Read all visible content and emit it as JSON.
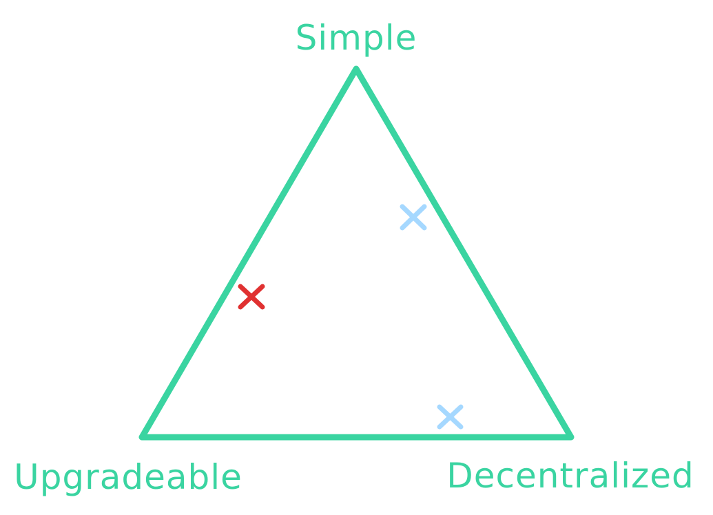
{
  "labels": {
    "top": "Simple",
    "bottom_left": "Upgradeable",
    "bottom_right": "Decentralized"
  },
  "colors": {
    "triangle": "#3ad4a1",
    "label": "#3ad4a1",
    "marker_red": "#e03131",
    "marker_blue": "#a5d8ff"
  },
  "markers": [
    {
      "name": "red-x-marker",
      "color_key": "marker_red",
      "edge": "upgradeable-simple"
    },
    {
      "name": "blue-x-marker-upper",
      "color_key": "marker_blue",
      "edge": "simple-decentralized"
    },
    {
      "name": "blue-x-marker-lower",
      "color_key": "marker_blue",
      "edge": "upgradeable-decentralized"
    }
  ]
}
